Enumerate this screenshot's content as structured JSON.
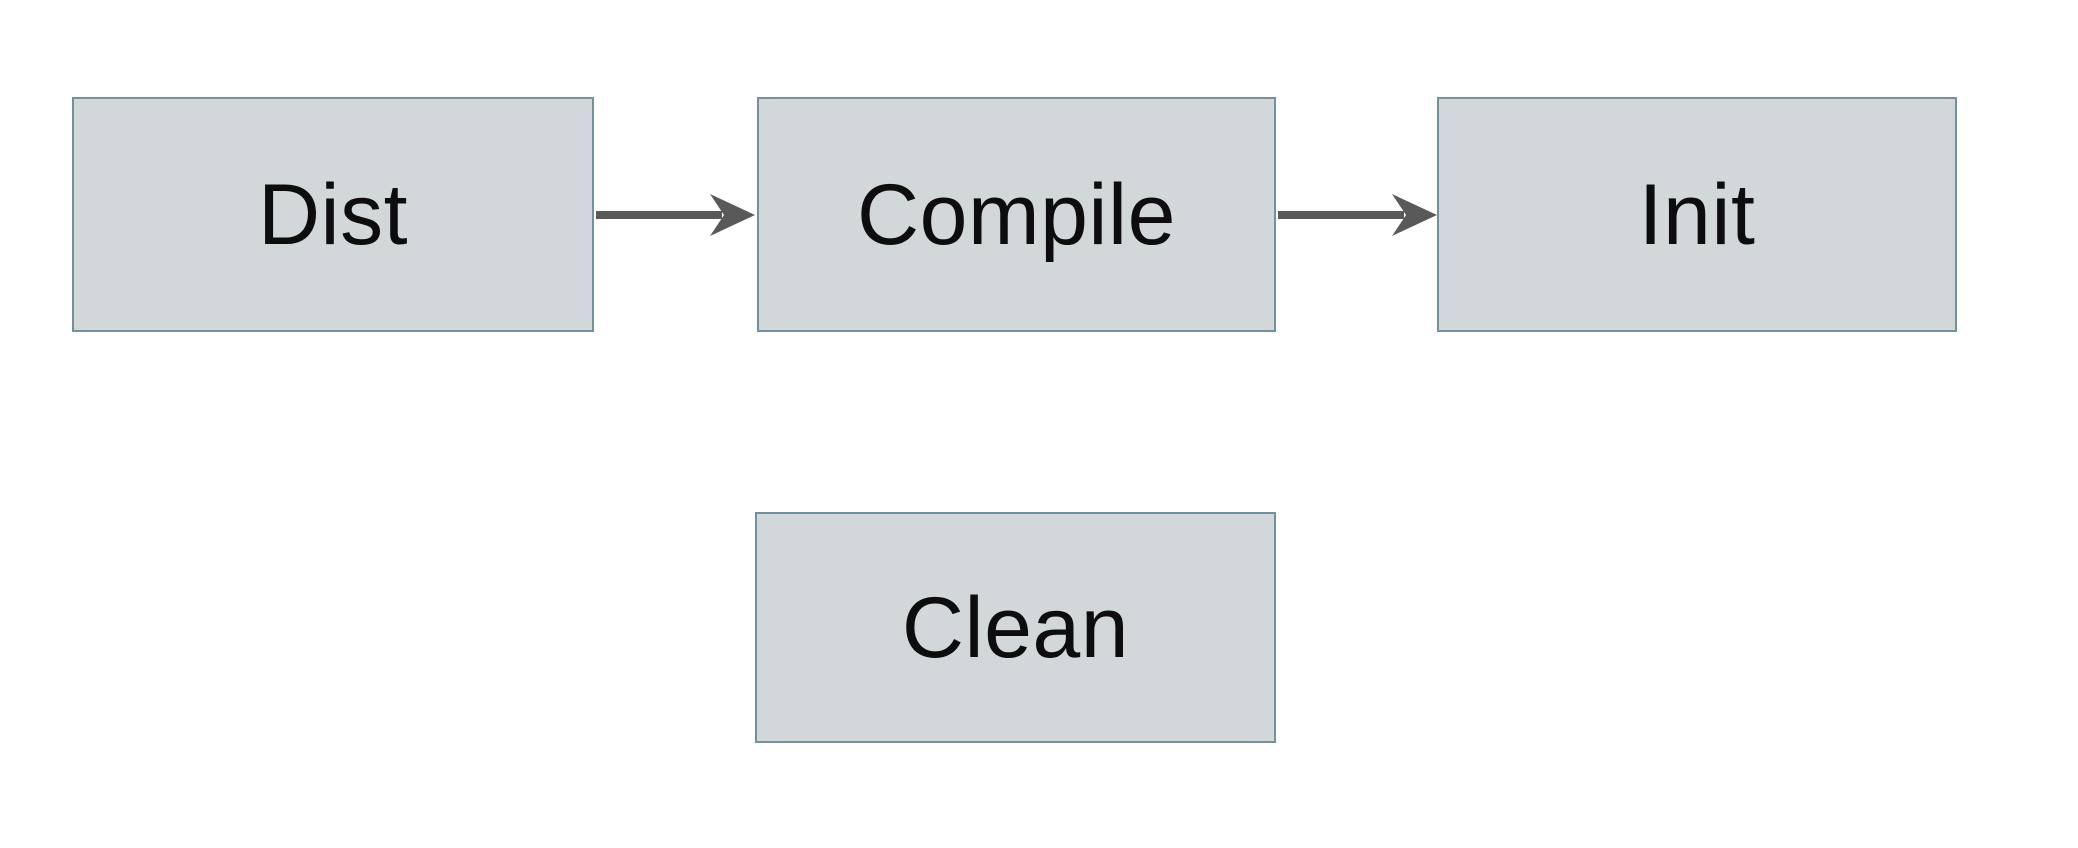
{
  "diagram": {
    "type": "flowchart",
    "colors": {
      "background": "#ffffff",
      "node_fill": "#d2d8da",
      "node_border": "#74909e",
      "node_text": "#0d0d0d",
      "arrow": "#595959"
    },
    "nodes": [
      {
        "id": "dist",
        "label": "Dist"
      },
      {
        "id": "compile",
        "label": "Compile"
      },
      {
        "id": "init",
        "label": "Init"
      },
      {
        "id": "clean",
        "label": "Clean"
      }
    ],
    "edges": [
      {
        "from": "dist",
        "to": "compile"
      },
      {
        "from": "compile",
        "to": "init"
      }
    ]
  }
}
